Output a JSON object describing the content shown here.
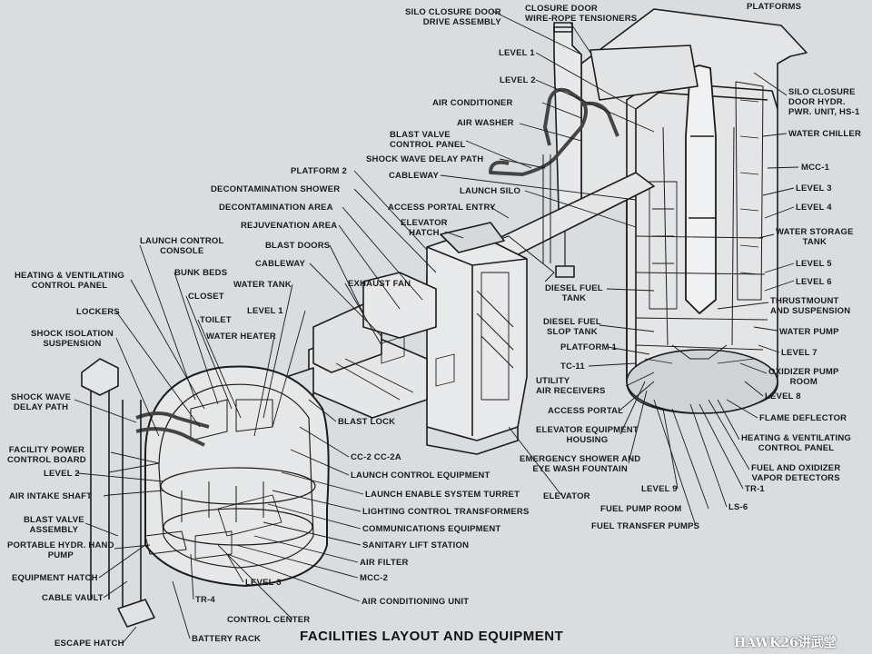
{
  "title": "FACILITIES LAYOUT AND EQUIPMENT",
  "watermark": "HAWK26讲武堂",
  "labels_silo": {
    "platforms": "PLATFORMS",
    "silo_closure_door_drive": "SILO CLOSURE DOOR\nDRIVE ASSEMBLY",
    "closure_door_tensioners": "CLOSURE DOOR\nWIRE-ROPE TENSIONERS",
    "level1": "LEVEL 1",
    "level2": "LEVEL 2",
    "air_conditioner": "AIR CONDITIONER",
    "air_washer": "AIR WASHER",
    "blast_valve_panel": "BLAST VALVE\nCONTROL PANEL",
    "shock_wave_delay_path": "SHOCK WAVE DELAY PATH",
    "cableway": "CABLEWAY",
    "launch_silo": "LAUNCH SILO",
    "access_portal_entry": "ACCESS PORTAL ENTRY",
    "elevator_hatch": "ELEVATOR\nHATCH",
    "silo_closure_hyd": "SILO CLOSURE\nDOOR HYDR.\nPWR. UNIT, HS-1",
    "water_chiller": "WATER CHILLER",
    "mcc1": "MCC-1",
    "level3": "LEVEL 3",
    "level4": "LEVEL 4",
    "water_storage_tank": "WATER STORAGE\nTANK",
    "level5": "LEVEL 5",
    "level6": "LEVEL 6",
    "thrustmount": "THRUSTMOUNT\nAND SUSPENSION",
    "water_pump": "WATER PUMP",
    "level7": "LEVEL 7",
    "oxidizer_pump_room": "OXIDIZER PUMP\nROOM",
    "level8": "LEVEL 8",
    "flame_deflector": "FLAME DEFLECTOR",
    "hv_panel_silo": "HEATING & VENTILATING\nCONTROL PANEL",
    "fuel_oxidizer_detectors": "FUEL AND OXIDIZER\nVAPOR DETECTORS",
    "tr1": "TR-1",
    "ls6": "LS-6",
    "level9": "LEVEL 9",
    "fuel_pump_room": "FUEL PUMP ROOM",
    "fuel_transfer_pumps": "FUEL TRANSFER PUMPS",
    "diesel_fuel_tank": "DIESEL FUEL\nTANK",
    "diesel_fuel_slop": "DIESEL FUEL\nSLOP TANK",
    "platform1": "PLATFORM 1",
    "tc11": "TC-11",
    "utility_air": "UTILITY\nAIR RECEIVERS",
    "access_portal": "ACCESS PORTAL",
    "elevator_equipment": "ELEVATOR EQUIPMENT\nHOUSING",
    "emergency_shower": "EMERGENCY SHOWER AND\nEYE WASH FOUNTAIN",
    "elevator": "ELEVATOR"
  },
  "labels_center": {
    "platform2": "PLATFORM 2",
    "decon_shower": "DECONTAMINATION SHOWER",
    "decon_area": "DECONTAMINATION AREA",
    "rejuvenation_area": "REJUVENATION AREA",
    "blast_doors": "BLAST DOORS",
    "cableway": "CABLEWAY",
    "exhaust_fan": "EXHAUST FAN",
    "blast_lock": "BLAST LOCK",
    "cc2": "CC-2  CC-2A",
    "launch_control_equipment": "LAUNCH CONTROL EQUIPMENT",
    "launch_enable_turret": "LAUNCH ENABLE SYSTEM TURRET",
    "lighting_control": "LIGHTING CONTROL TRANSFORMERS",
    "communications": "COMMUNICATIONS EQUIPMENT",
    "sanitary_lift": "SANITARY LIFT STATION",
    "air_filter": "AIR FILTER",
    "mcc2": "MCC-2",
    "air_conditioning_unit": "AIR CONDITIONING UNIT",
    "control_center": "CONTROL CENTER",
    "battery_rack": "BATTERY RACK",
    "tr4": "TR-4",
    "level3": "LEVEL 3"
  },
  "labels_left": {
    "launch_control_console": "LAUNCH CONTROL\nCONSOLE",
    "hv_panel": "HEATING & VENTILATING\nCONTROL PANEL",
    "bunk_beds": "BUNK BEDS",
    "closet": "CLOSET",
    "lockers": "LOCKERS",
    "toilet": "TOILET",
    "water_tank": "WATER TANK",
    "level1": "LEVEL 1",
    "water_heater": "WATER HEATER",
    "shock_isolation": "SHOCK ISOLATION\nSUSPENSION",
    "shock_wave_delay": "SHOCK WAVE\nDELAY PATH",
    "facility_power": "FACILITY POWER\nCONTROL BOARD",
    "level2": "LEVEL 2",
    "air_intake_shaft": "AIR INTAKE SHAFT",
    "blast_valve_assembly": "BLAST VALVE\nASSEMBLY",
    "portable_pump": "PORTABLE HYDR. HAND\nPUMP",
    "equipment_hatch": "EQUIPMENT HATCH",
    "cable_vault": "CABLE VAULT",
    "escape_hatch": "ESCAPE HATCH"
  }
}
